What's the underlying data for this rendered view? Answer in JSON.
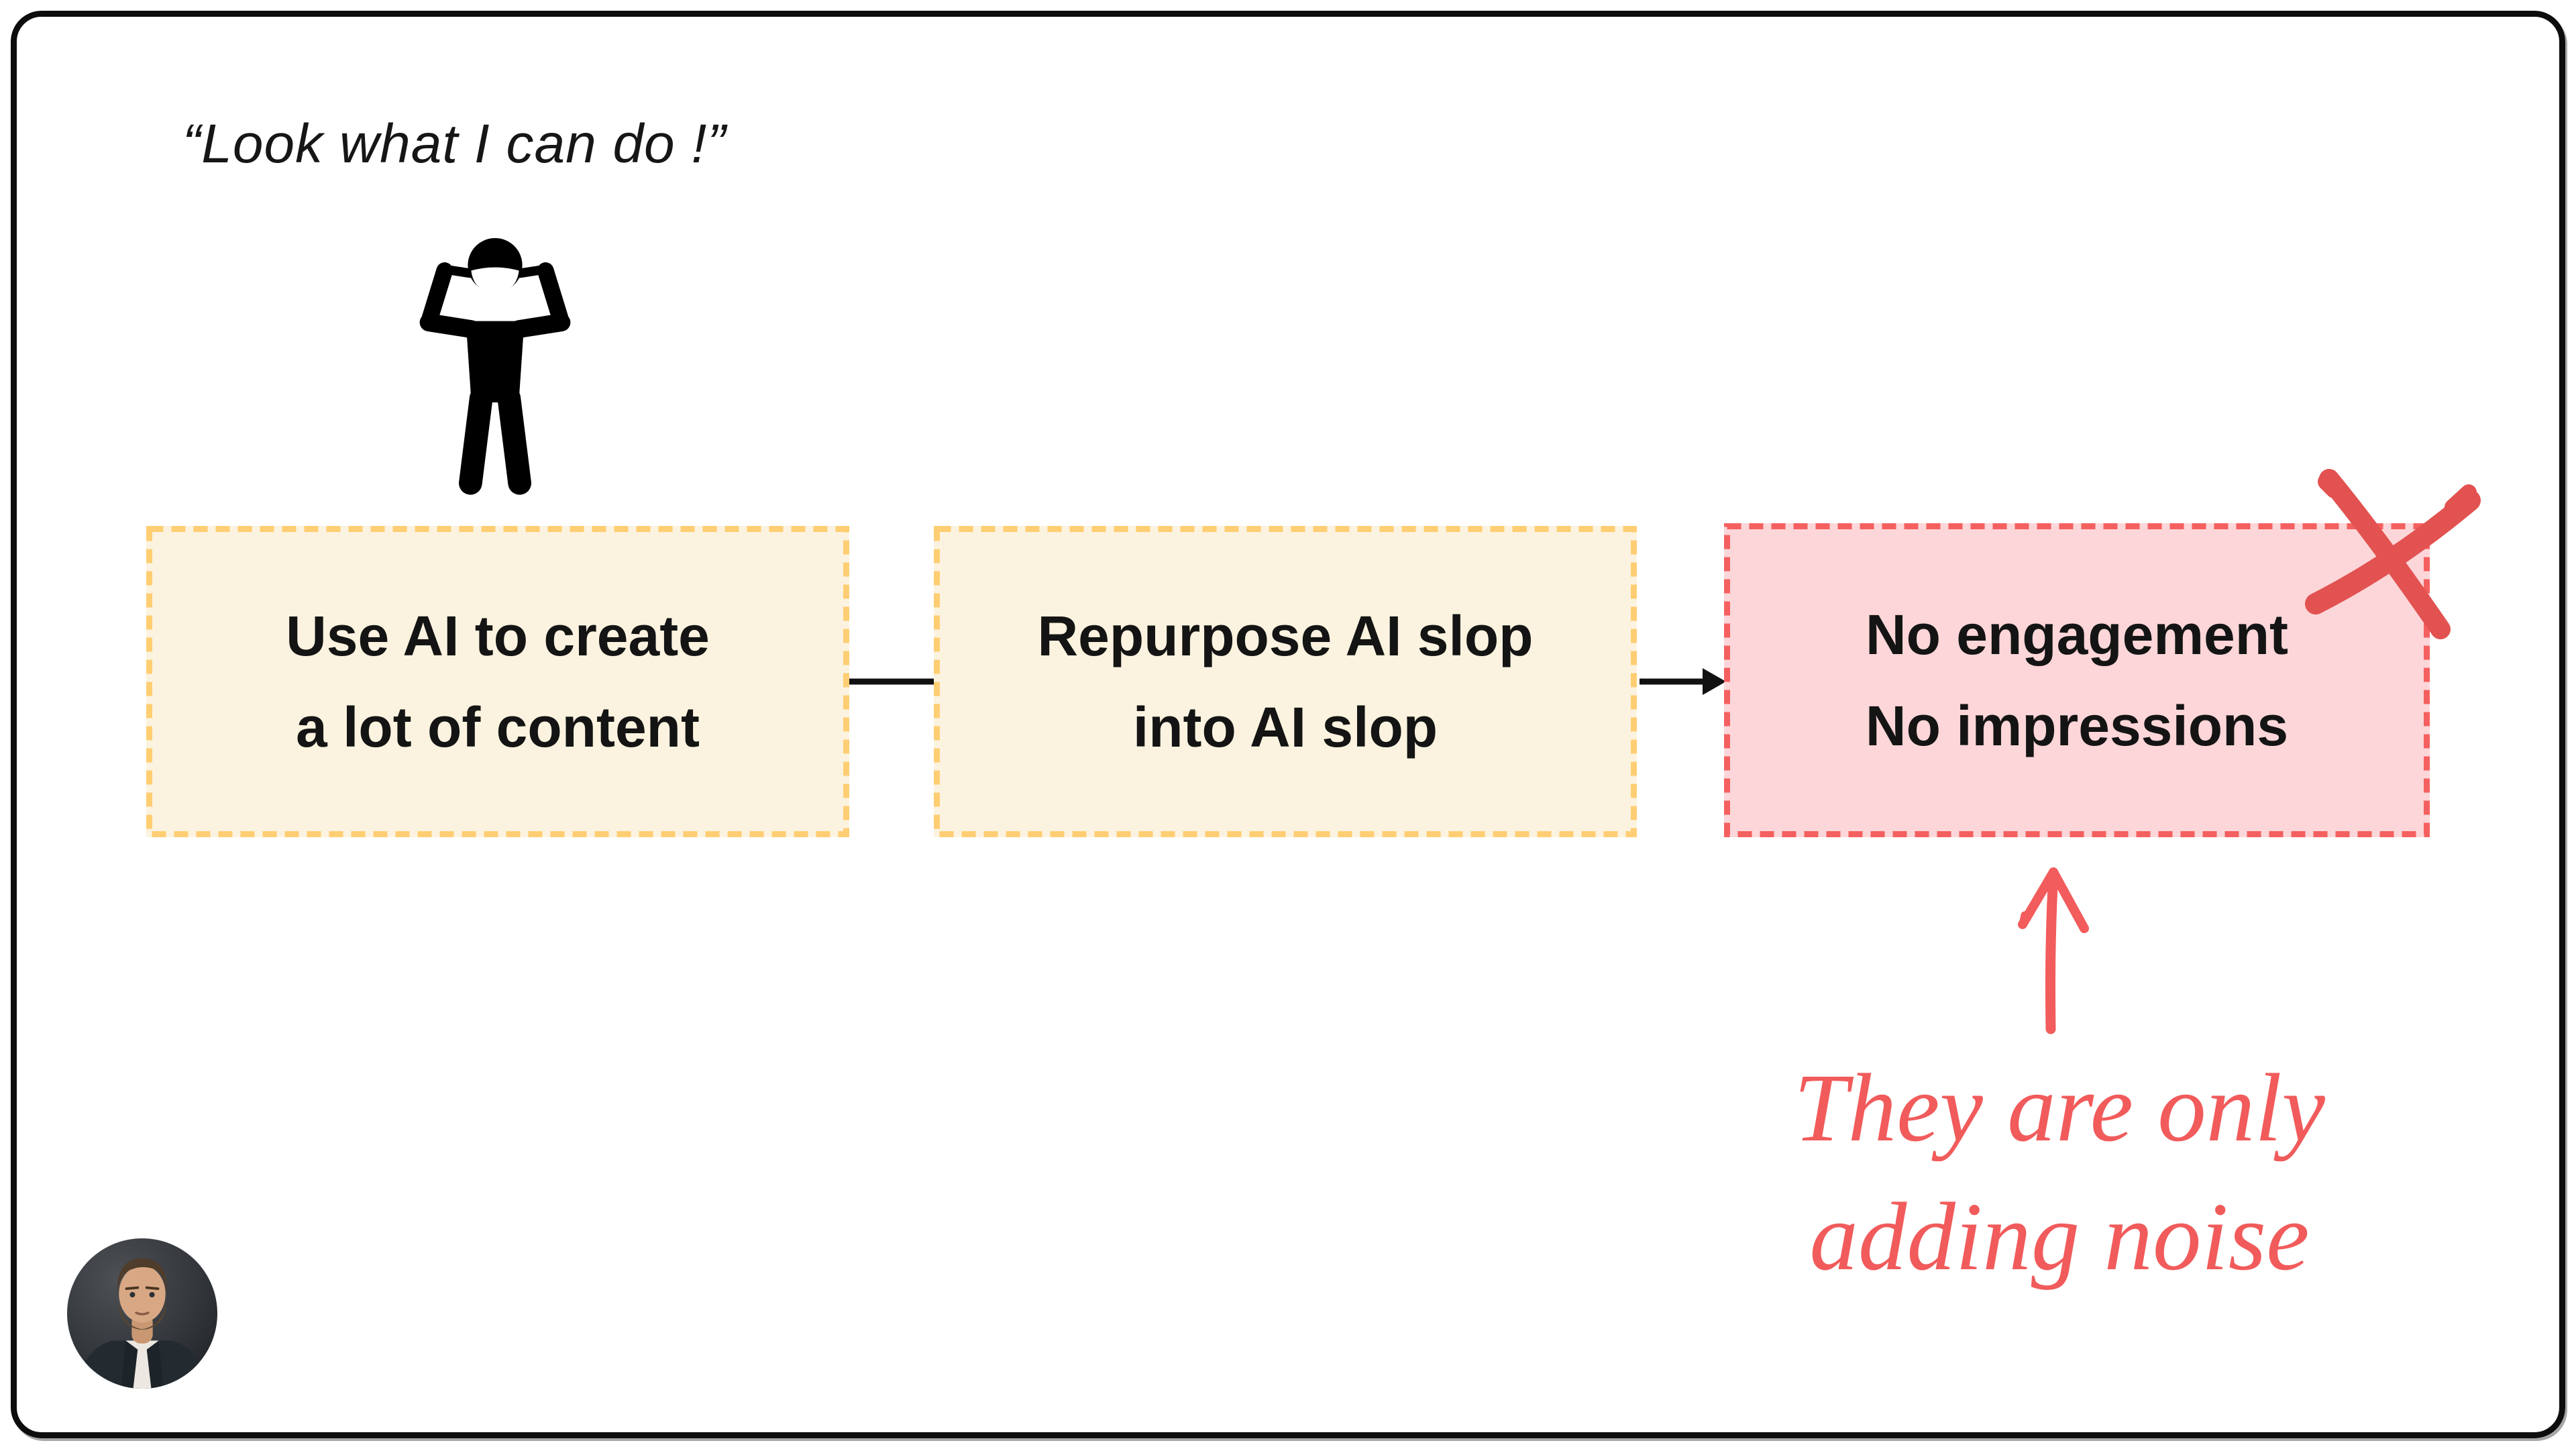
{
  "slide": {
    "background_color": "#ffffff",
    "frame_color": "#0d0d0d",
    "text_color": "#141414",
    "accent_red": "#F15B5B",
    "accent_yellow": "#FFCE73"
  },
  "quote": {
    "text": "“Look what I can do !”"
  },
  "person_icon": {
    "name": "person-pointing-at-self",
    "color": "#000000"
  },
  "flow": {
    "boxes": [
      {
        "lines": [
          "Use AI to create",
          "a lot of content"
        ],
        "fill_color": "#FBF3DF",
        "border_color": "#FFCE73"
      },
      {
        "lines": [
          "Repurpose AI slop",
          "into AI slop"
        ],
        "fill_color": "#FBF3DF",
        "border_color": "#FFCE73"
      },
      {
        "lines": [
          "No engagement",
          "No impressions"
        ],
        "fill_color": "#FCD6D8",
        "border_color": "#F4605F"
      }
    ],
    "connector_color": "#111111"
  },
  "annotation": {
    "lines": [
      "They are only",
      "adding noise"
    ],
    "color": "#F15B5B",
    "arrow_color": "#F25C5C",
    "cross_color": "#E25251"
  }
}
